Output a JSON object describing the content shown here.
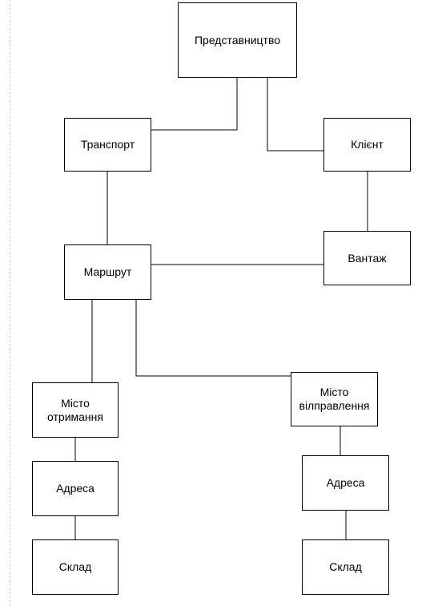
{
  "diagram": {
    "nodes": [
      {
        "id": "office",
        "label": "Представництво"
      },
      {
        "id": "transport",
        "label": "Транспорт"
      },
      {
        "id": "client",
        "label": "Клієнт"
      },
      {
        "id": "cargo",
        "label": "Вантаж"
      },
      {
        "id": "route",
        "label": "Маршрут"
      },
      {
        "id": "city_receive",
        "label": "Місто отримання"
      },
      {
        "id": "city_send",
        "label": "Місто вілправлення"
      },
      {
        "id": "address_receive",
        "label": "Адреса"
      },
      {
        "id": "address_send",
        "label": "Адреса"
      },
      {
        "id": "warehouse_receive",
        "label": "Склад"
      },
      {
        "id": "warehouse_send",
        "label": "Склад"
      }
    ],
    "edges": [
      {
        "from": "office",
        "to": "transport"
      },
      {
        "from": "office",
        "to": "client"
      },
      {
        "from": "transport",
        "to": "route"
      },
      {
        "from": "client",
        "to": "cargo"
      },
      {
        "from": "cargo",
        "to": "route"
      },
      {
        "from": "route",
        "to": "city_receive"
      },
      {
        "from": "route",
        "to": "city_send"
      },
      {
        "from": "city_receive",
        "to": "address_receive"
      },
      {
        "from": "address_receive",
        "to": "warehouse_receive"
      },
      {
        "from": "city_send",
        "to": "address_send"
      },
      {
        "from": "address_send",
        "to": "warehouse_send"
      }
    ]
  }
}
